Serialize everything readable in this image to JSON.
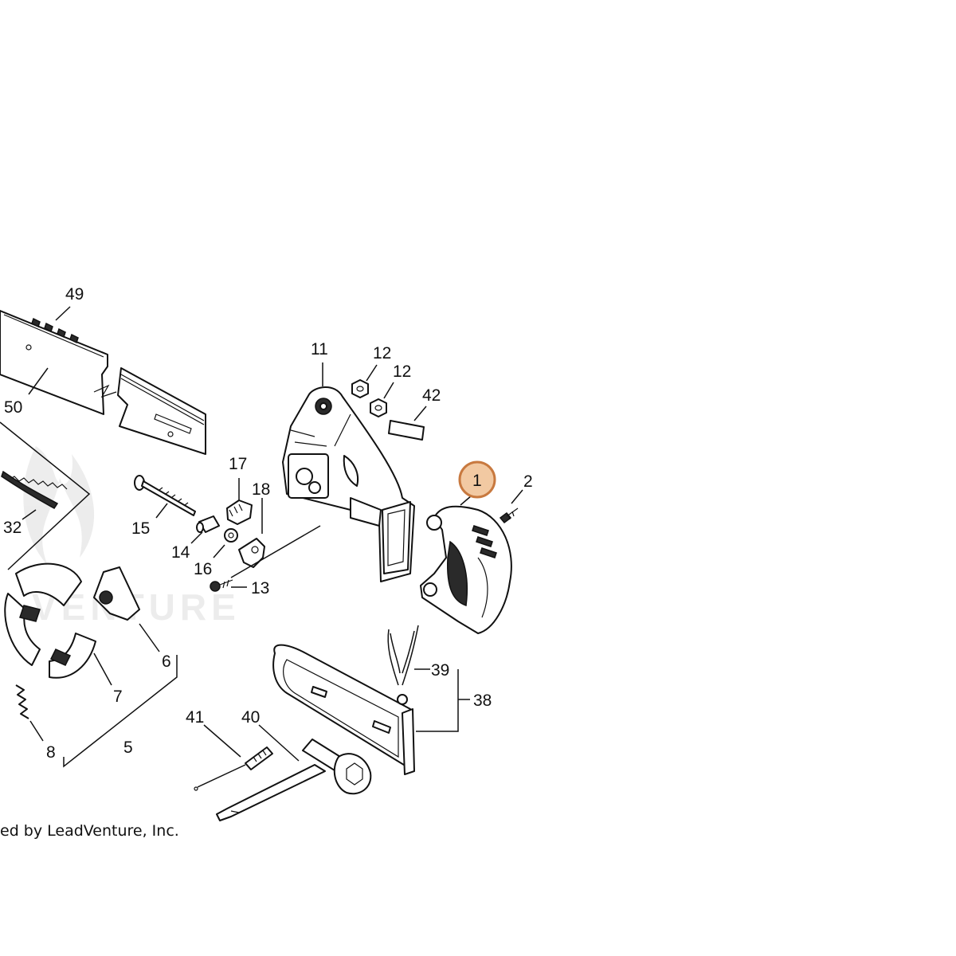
{
  "labels": {
    "l49": "49",
    "l50": "50",
    "l32": "32",
    "l11": "11",
    "l12a": "12",
    "l12b": "12",
    "l42": "42",
    "l1": "1",
    "l2": "2",
    "l17": "17",
    "l18": "18",
    "l15": "15",
    "l14": "14",
    "l16": "16",
    "l13": "13",
    "l6": "6",
    "l7": "7",
    "l5": "5",
    "l8": "8",
    "l39": "39",
    "l38": "38",
    "l41": "41",
    "l40": "40"
  },
  "highlight": {
    "part": "1",
    "color": "#f2c9a2",
    "border": "#c8793f"
  },
  "watermark": "VENTURE",
  "credit": "ed by LeadVenture, Inc."
}
